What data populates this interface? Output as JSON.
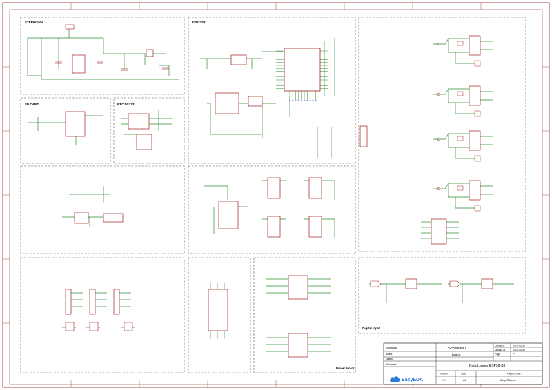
{
  "blocks": {
    "stepdown": "STEPDOWN",
    "esp32s3": "ESP32S3",
    "sd_card": "SD CARD",
    "rtc": "RTC DS3231",
    "digital_input": "Digital Input",
    "driver_motor": "Driver Motor"
  },
  "title_block": {
    "schematic_label": "Schematic",
    "schematic_value": "Schematic1",
    "board_label": "Board",
    "board_value": "Board1",
    "drawn_label": "Drawn",
    "reviewed_label": "Reviewed",
    "project_title": "Data Logger ESP32-S3",
    "create_label": "Create at",
    "create_value": "2026-03-30",
    "update_label": "Update at",
    "update_value": "2026-03-30",
    "page_label": "Page",
    "page_value": "P1",
    "version_label": "Version",
    "version_value": "V1.0",
    "size_label": "Size",
    "size_value": "A4",
    "pages_text": "Page 1 Total 1",
    "site": "EasyEDA.com",
    "logo_text": "EasyEDA"
  },
  "colors": {
    "wire": "#2d8a2d",
    "part": "#a32020",
    "pin": "#1f3fbf",
    "dash": "#555555"
  }
}
